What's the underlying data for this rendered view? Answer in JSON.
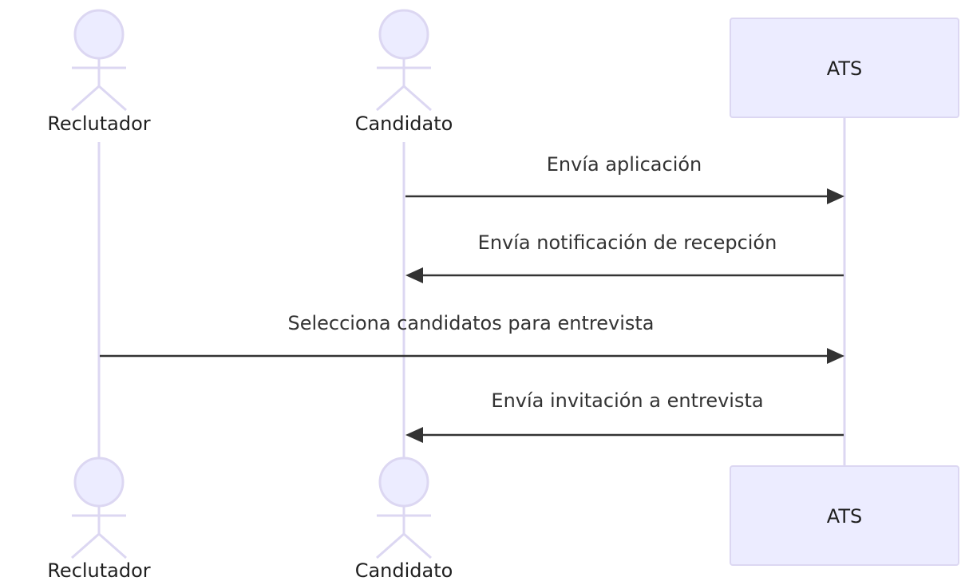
{
  "participants": {
    "reclutador": {
      "label": "Reclutador",
      "type": "actor"
    },
    "candidato": {
      "label": "Candidato",
      "type": "actor"
    },
    "ats": {
      "label": "ATS",
      "type": "box"
    }
  },
  "messages": [
    {
      "from": "candidato",
      "to": "ats",
      "text": "Envía aplicación"
    },
    {
      "from": "ats",
      "to": "candidato",
      "text": "Envía notificación de recepción"
    },
    {
      "from": "reclutador",
      "to": "ats",
      "text": "Selecciona candidatos para entrevista"
    },
    {
      "from": "ats",
      "to": "candidato",
      "text": "Envía invitación a entrevista"
    }
  ],
  "colors": {
    "actor_fill": "#ececff",
    "actor_stroke": "#dcd7f2",
    "lifeline": "#dcd7f2",
    "message": "#333333"
  }
}
